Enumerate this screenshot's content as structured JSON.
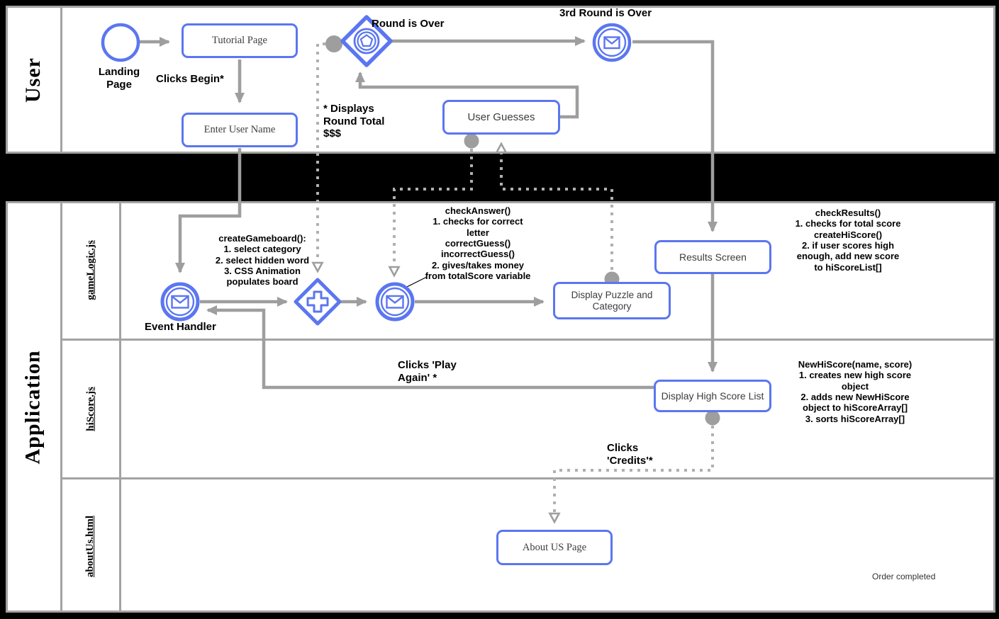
{
  "colors": {
    "accent_blue": "#5B76F0",
    "flow_gray": "#9E9E9E",
    "dotted_gray": "#B0B0B0",
    "lane_border_gray": "#A3A3A3",
    "background_black": "#000000"
  },
  "pools": {
    "user": {
      "label": "User"
    },
    "application": {
      "label": "Application",
      "lanes": [
        {
          "label": "gameLogic.js"
        },
        {
          "label": "hiScore.js"
        },
        {
          "label": "aboutUs.html"
        }
      ]
    }
  },
  "nodes": {
    "landing_page": {
      "label": "Landing\nPage"
    },
    "tutorial_page": {
      "label": "Tutorial Page"
    },
    "enter_user_name": {
      "label": "Enter User Name"
    },
    "round_is_over": {
      "label": "Round is Over"
    },
    "third_round_is_over": {
      "label": "3rd Round is Over"
    },
    "user_guesses": {
      "label": "User Guesses"
    },
    "event_handler": {
      "label": "Event Handler"
    },
    "display_puzzle": {
      "label": "Display Puzzle and Category"
    },
    "results_screen": {
      "label": "Results Screen"
    },
    "display_high_score": {
      "label": "Display High Score List"
    },
    "about_us": {
      "label": "About US Page"
    }
  },
  "annotations": {
    "clicks_begin": "Clicks Begin*",
    "displays_round_total": "* Displays\nRound Total\n$$$",
    "create_gameboard": "createGameboard():\n1. select category\n2. select hidden word\n3. CSS Animation\npopulates board",
    "check_answer": "checkAnswer()\n1. checks for correct\nletter\ncorrectGuess()\nincorrectGuess()\n2. gives/takes money\nfrom totalScore variable",
    "check_results": "checkResults()\n1. checks for total score\ncreateHiScore()\n2. if user scores high\nenough, add new score\nto hiScoreList[]",
    "new_hi_score": "NewHiScore(name, score)\n1. creates new high score\nobject\n2. adds new NewHiScore\nobject to hiScoreArray[]\n3. sorts hiScoreArray[]",
    "clicks_play_again": "Clicks 'Play\nAgain' *",
    "clicks_credits": "Clicks\n'Credits'*",
    "order_completed": "Order completed"
  }
}
